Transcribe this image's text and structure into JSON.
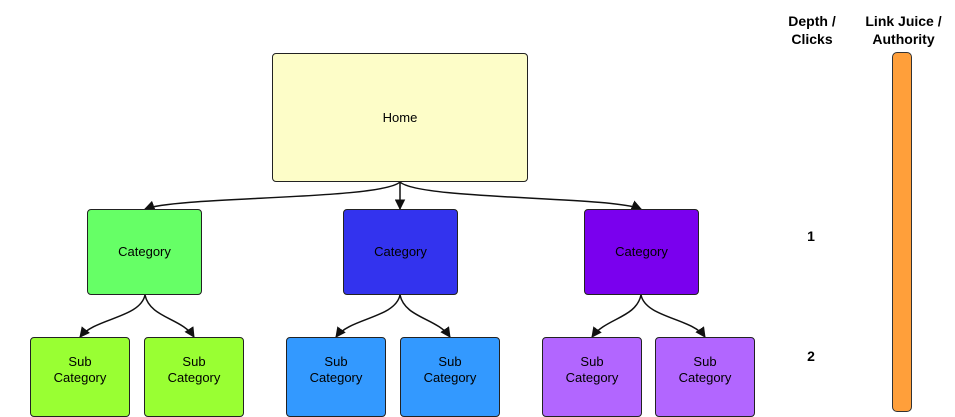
{
  "headers": {
    "depth": [
      "Depth /",
      "Clicks"
    ],
    "juice": [
      "Link Juice /",
      "Authority"
    ]
  },
  "depth_levels": [
    "1",
    "2"
  ],
  "home": {
    "label": "Home",
    "color": "#fdfdc8"
  },
  "categories": [
    {
      "label": "Category",
      "color": "#66ff66"
    },
    {
      "label": "Category",
      "color": "#3333ee"
    },
    {
      "label": "Category",
      "color": "#7a00ee"
    }
  ],
  "subcategories": [
    {
      "line1": "Sub",
      "line2": "Category",
      "color": "#99ff33"
    },
    {
      "line1": "Sub",
      "line2": "Category",
      "color": "#99ff33"
    },
    {
      "line1": "Sub",
      "line2": "Category",
      "color": "#3399ff"
    },
    {
      "line1": "Sub",
      "line2": "Category",
      "color": "#3399ff"
    },
    {
      "line1": "Sub",
      "line2": "Category",
      "color": "#b266ff"
    },
    {
      "line1": "Sub",
      "line2": "Category",
      "color": "#b266ff"
    }
  ],
  "juice_bar_color": "#ff9f3a"
}
